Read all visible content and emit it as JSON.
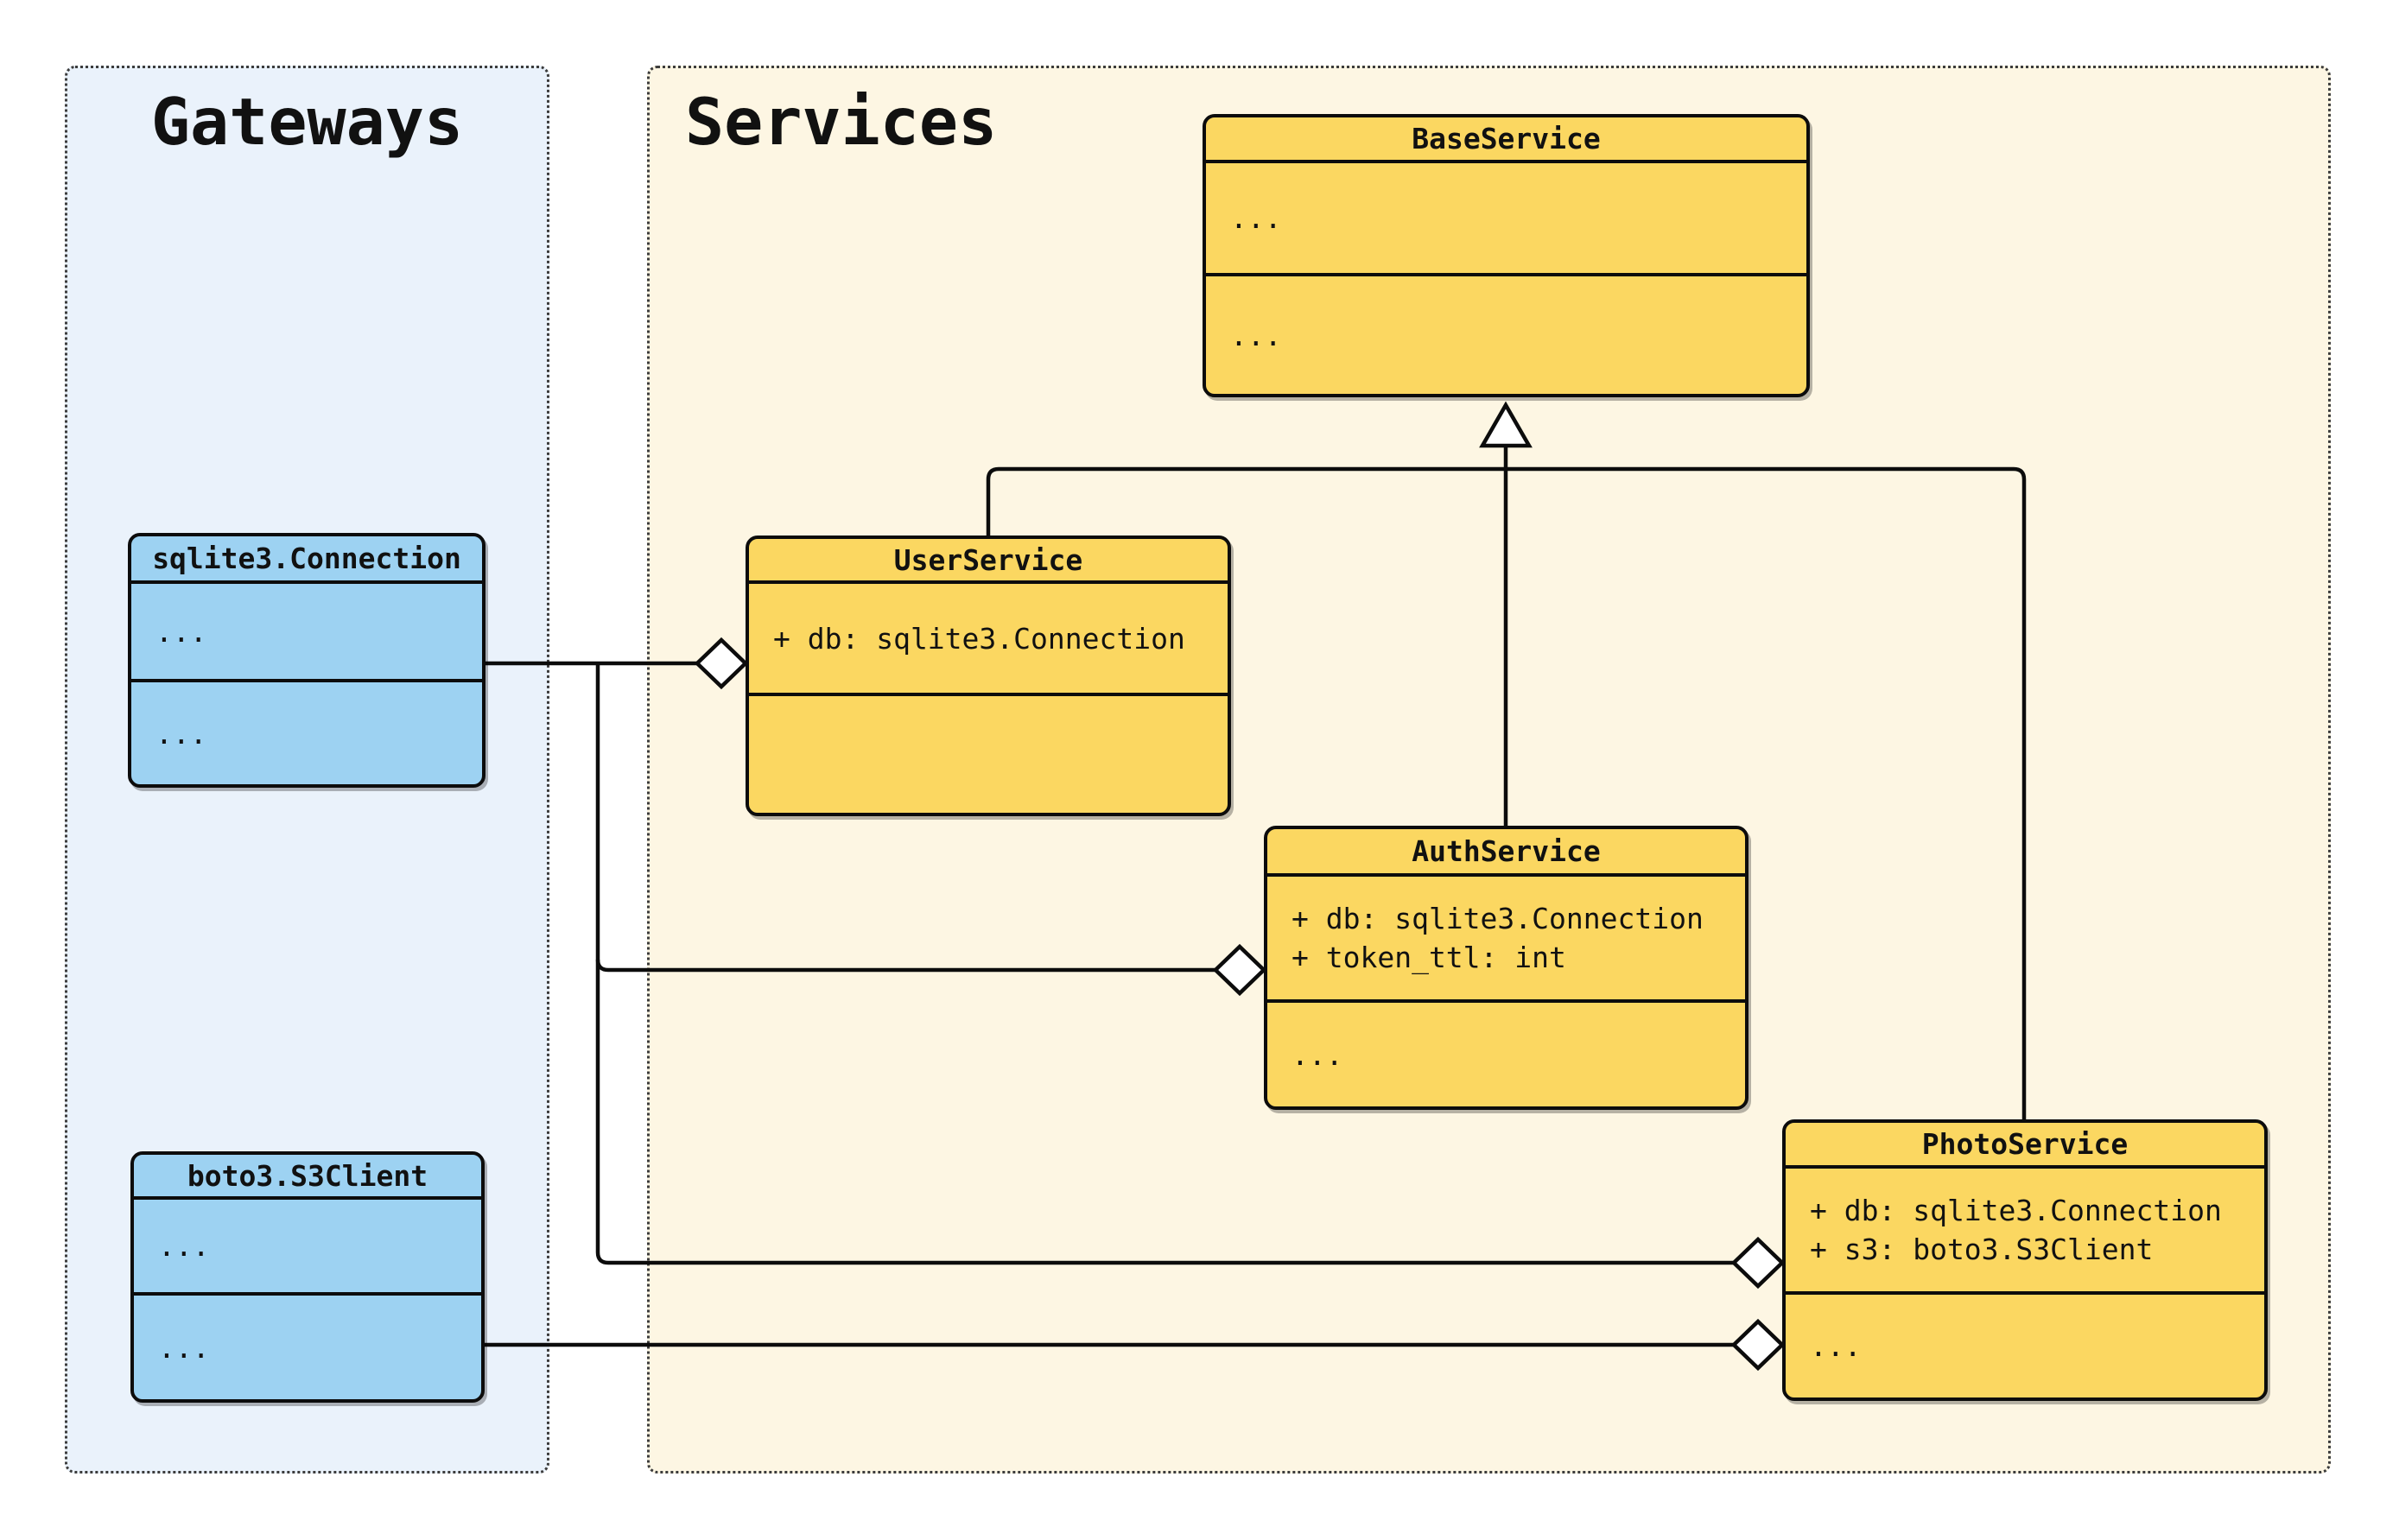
{
  "colors": {
    "class_yellow": "#fbd761",
    "class_blue": "#9dd2f2",
    "services_background": "#fdf6e3",
    "gateways_background": "#eaf2fb",
    "line_stroke": "#0c0c0c"
  },
  "containers": {
    "gateways": {
      "title": "Gateways"
    },
    "services": {
      "title": "Services"
    }
  },
  "classes": {
    "sqlite3_connection": {
      "title": "sqlite3.Connection",
      "attributes": [
        "..."
      ],
      "methods": [
        "..."
      ]
    },
    "boto3_s3client": {
      "title": "boto3.S3Client",
      "attributes": [
        "..."
      ],
      "methods": [
        "..."
      ]
    },
    "base_service": {
      "title": "BaseService",
      "attributes": [
        "..."
      ],
      "methods": [
        "..."
      ]
    },
    "user_service": {
      "title": "UserService",
      "attributes": [
        "+ db: sqlite3.Connection"
      ],
      "methods": []
    },
    "auth_service": {
      "title": "AuthService",
      "attributes": [
        "+ db: sqlite3.Connection",
        "+ token_ttl: int"
      ],
      "methods": [
        "..."
      ]
    },
    "photo_service": {
      "title": "PhotoService",
      "attributes": [
        "+ db: sqlite3.Connection",
        "+ s3: boto3.S3Client"
      ],
      "methods": [
        "..."
      ]
    }
  },
  "relationships": [
    {
      "from": "UserService",
      "to": "BaseService",
      "type": "inheritance"
    },
    {
      "from": "AuthService",
      "to": "BaseService",
      "type": "inheritance"
    },
    {
      "from": "PhotoService",
      "to": "BaseService",
      "type": "inheritance"
    },
    {
      "owner": "UserService",
      "part": "sqlite3.Connection",
      "type": "aggregation"
    },
    {
      "owner": "AuthService",
      "part": "sqlite3.Connection",
      "type": "aggregation"
    },
    {
      "owner": "PhotoService",
      "part": "sqlite3.Connection",
      "type": "aggregation"
    },
    {
      "owner": "PhotoService",
      "part": "boto3.S3Client",
      "type": "aggregation"
    }
  ]
}
